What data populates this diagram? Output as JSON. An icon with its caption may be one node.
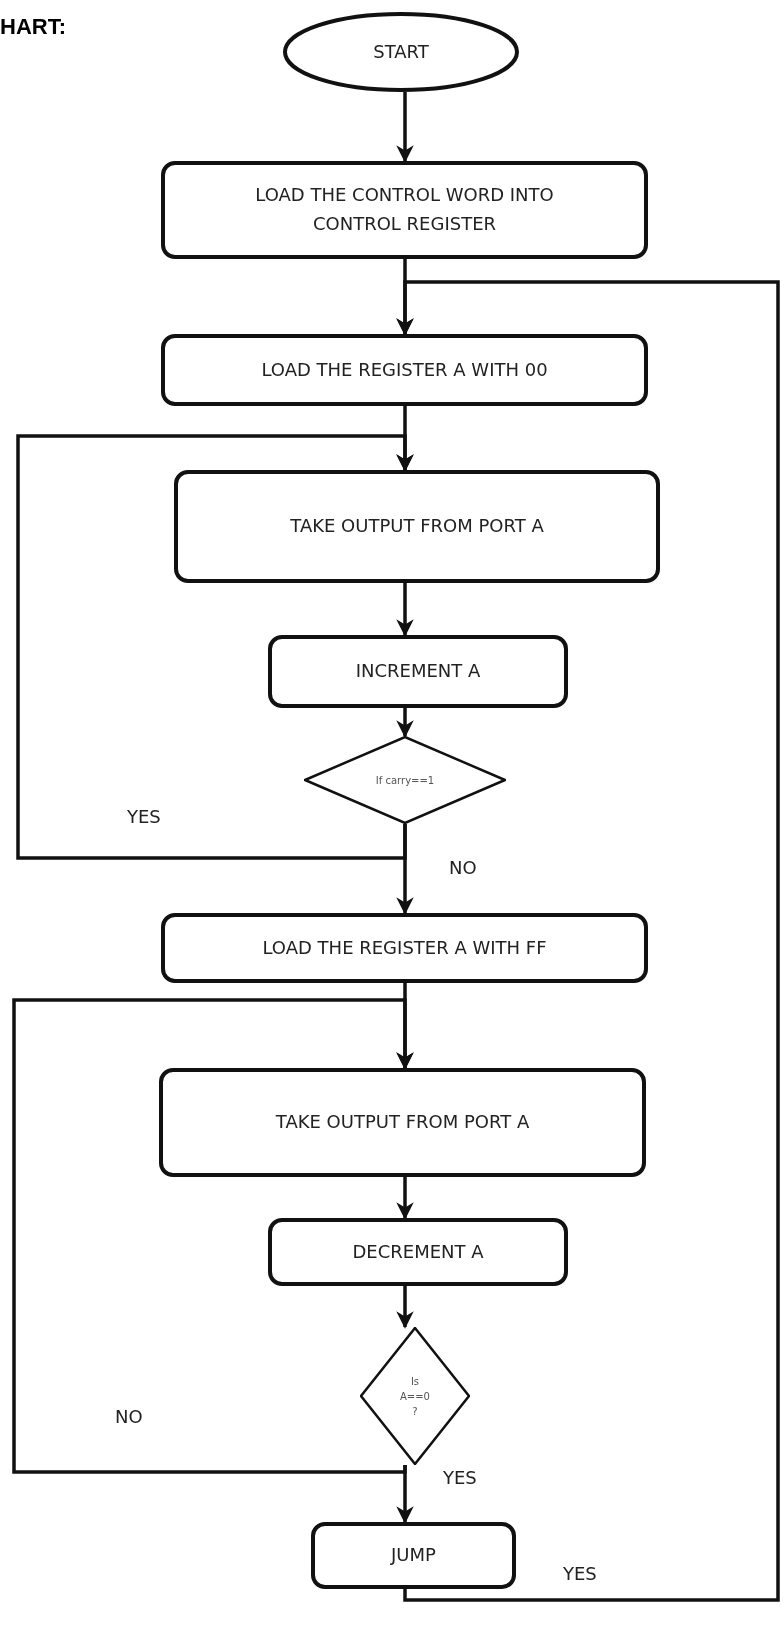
{
  "diagram": {
    "nodes": [
      {
        "text": [
          "START"
        ]
      },
      {
        "text": [
          "LOAD THE CONTROL WORD INTO CONTROL REGISTER"
        ]
      },
      {
        "text": [
          "LOAD THE REGISTER A WITH 00"
        ]
      },
      {
        "text": [
          "TAKE OUTPUT FROM PORT A"
        ]
      },
      {
        "text": [
          "INCREMENT A"
        ]
      },
      {
        "text": [
          "If carry==1"
        ]
      },
      {
        "text": [
          "LOAD THE REGISTER A WITH FF"
        ]
      },
      {
        "text": [
          "TAKE OUTPUT FROM PORT A"
        ]
      },
      {
        "text": [
          "DECREMENT A"
        ]
      },
      {
        "text": [
          "Is A==0 ?"
        ]
      },
      {
        "text": [
          "JUMP"
        ]
      }
    ],
    "edges": [
      {
        "from": 0,
        "to": 1,
        "arrow": "to"
      },
      {
        "from": 1,
        "to": 2,
        "arrow": "to"
      },
      {
        "from": 2,
        "to": 3,
        "arrow": "to"
      },
      {
        "from": 3,
        "to": 4,
        "arrow": "to"
      },
      {
        "from": 4,
        "to": 5,
        "arrow": "to"
      },
      {
        "from": 5,
        "to": 3,
        "arrow": "to",
        "label": "YES"
      },
      {
        "from": 5,
        "to": 6,
        "arrow": "to",
        "label": "NO"
      },
      {
        "from": 6,
        "to": 7,
        "arrow": "to"
      },
      {
        "from": 7,
        "to": 8,
        "arrow": "to"
      },
      {
        "from": 8,
        "to": 9,
        "arrow": "to"
      },
      {
        "from": 9,
        "to": 7,
        "arrow": "to",
        "label": "NO"
      },
      {
        "from": 9,
        "to": 10,
        "arrow": "to",
        "label": "YES"
      },
      {
        "from": 10,
        "to": 2,
        "arrow": "to",
        "label": "YES"
      }
    ],
    "labels": [
      "HART:"
    ]
  }
}
